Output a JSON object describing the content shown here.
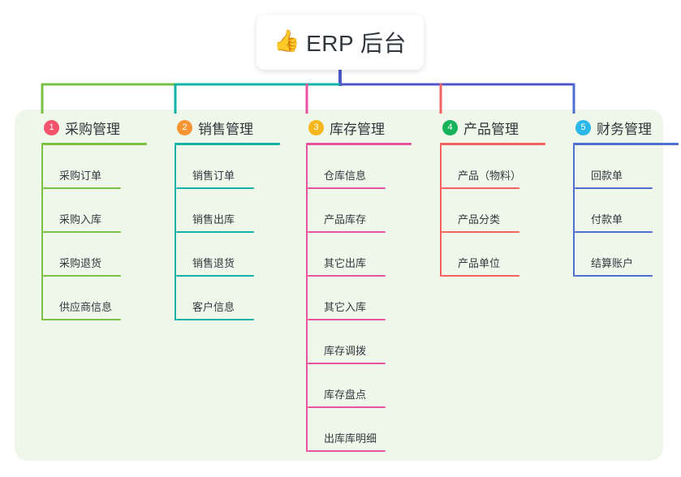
{
  "root": {
    "icon": "thumbs-up-icon",
    "emoji": "👍",
    "title": "ERP 后台"
  },
  "palette": {
    "canvas": "#ffffff",
    "panel_bg": "#eef7e9",
    "card_bg": "#ffffff",
    "text": "#2f353b",
    "bus_left": "#7ac143",
    "bus_mid": "#12b2a6",
    "bus_right": "#4f56c8"
  },
  "columns": [
    {
      "number": "1",
      "title": "采购管理",
      "badge_color": "#f2526a",
      "line_color": "#7ac143",
      "drop_color": "#7ac143",
      "items": [
        "采购订单",
        "采购入库",
        "采购退货",
        "供应商信息"
      ]
    },
    {
      "number": "2",
      "title": "销售管理",
      "badge_color": "#f79433",
      "line_color": "#12b2a6",
      "drop_color": "#12b2a6",
      "items": [
        "销售订单",
        "销售出库",
        "销售退货",
        "客户信息"
      ]
    },
    {
      "number": "3",
      "title": "库存管理",
      "badge_color": "#f6b71e",
      "line_color": "#e8539f",
      "drop_color": "#e8539f",
      "items": [
        "仓库信息",
        "产品库存",
        "其它出库",
        "其它入库",
        "库存调拨",
        "库存盘点",
        "出库库明细"
      ]
    },
    {
      "number": "4",
      "title": "产品管理",
      "badge_color": "#16b35a",
      "line_color": "#f4615f",
      "drop_color": "#f4615f",
      "items": [
        "产品（物料）",
        "产品分类",
        "产品单位"
      ]
    },
    {
      "number": "5",
      "title": "财务管理",
      "badge_color": "#2bb7e8",
      "line_color": "#4f6fd0",
      "drop_color": "#4f6fd0",
      "items": [
        "回款单",
        "付款单",
        "结算账户"
      ]
    }
  ]
}
